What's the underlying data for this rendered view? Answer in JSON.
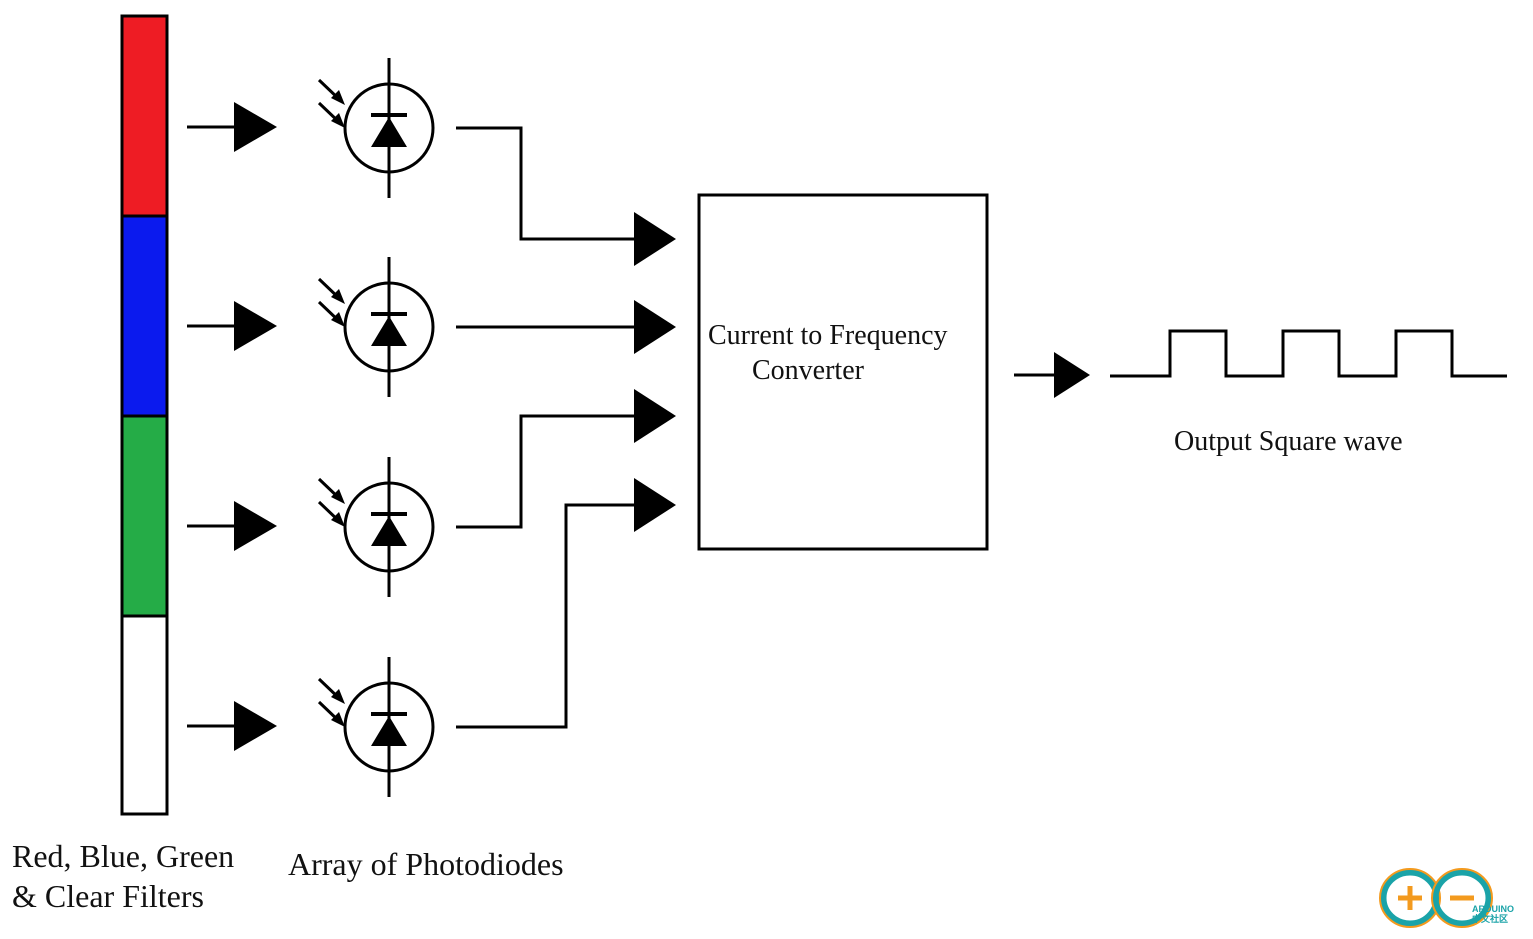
{
  "labels": {
    "filters_line1": "Red, Blue, Green",
    "filters_line2": "& Clear Filters",
    "photodiodes": "Array of Photodiodes",
    "converter_line1": "Current to Frequency",
    "converter_line2": "Converter",
    "output": "Output Square wave"
  },
  "filters": [
    {
      "name": "red",
      "color": "#ee1c24"
    },
    {
      "name": "blue",
      "color": "#0b1aee"
    },
    {
      "name": "green",
      "color": "#25ac47"
    },
    {
      "name": "clear",
      "color": "#ffffff"
    }
  ],
  "brand": {
    "name": "ARDUINO",
    "subtitle": "中文社区",
    "colors": {
      "teal": "#1aa3a8",
      "orange": "#f39a1e"
    }
  }
}
